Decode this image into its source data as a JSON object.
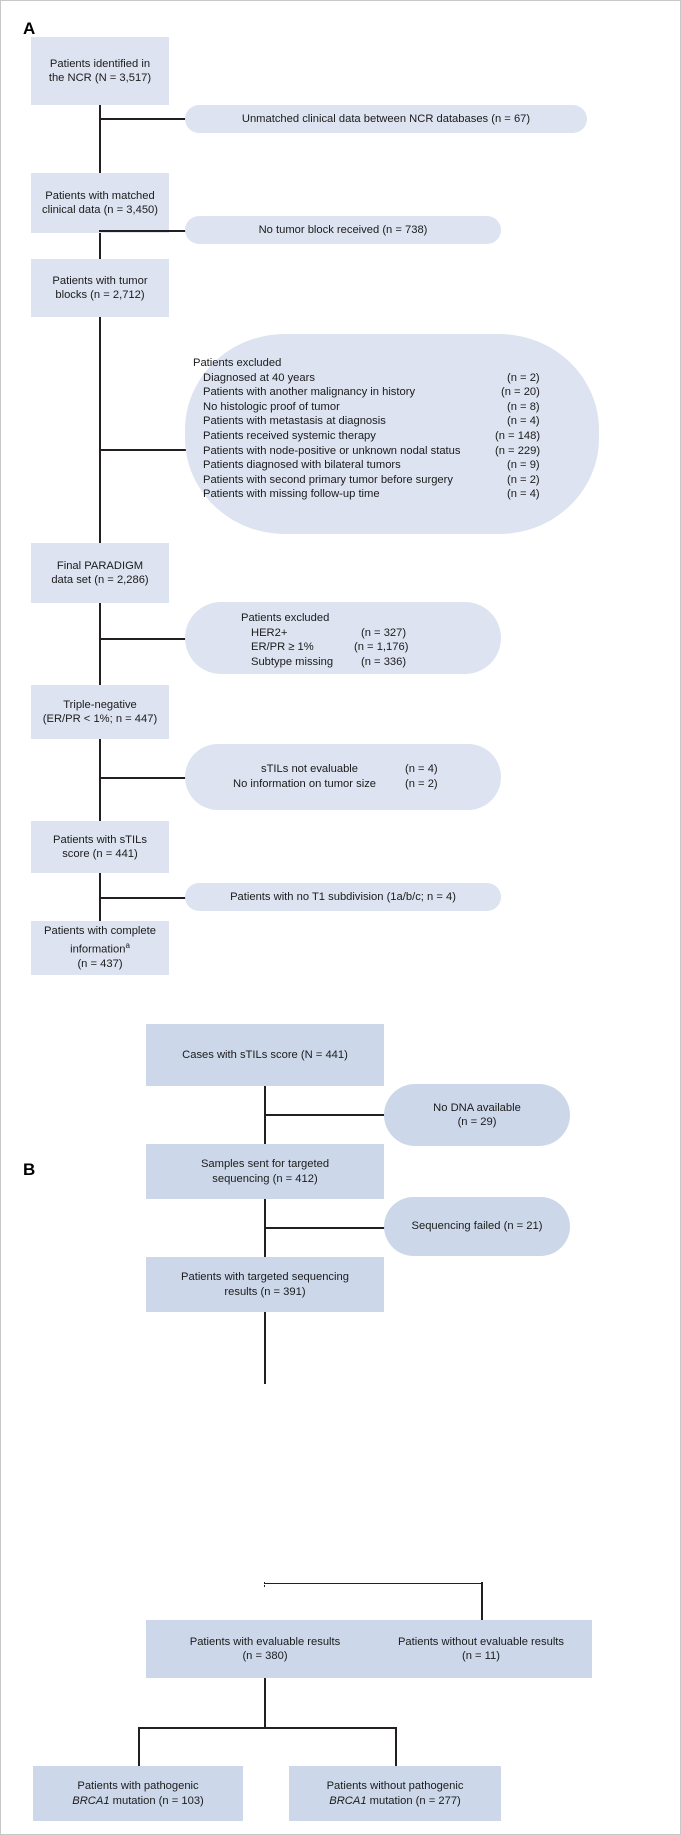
{
  "figure": {
    "panels": [
      {
        "letter": "A"
      },
      {
        "letter": "B"
      }
    ]
  },
  "panelA": {
    "letter": "A",
    "nodes": [
      {
        "id": "a-node-1",
        "line1": "Patients identified in",
        "line2": "the NCR (N = 3,517)"
      },
      {
        "id": "a-node-2",
        "line1": "Patients with matched",
        "line2": "clinical data (n = 3,450)"
      },
      {
        "id": "a-node-3",
        "line1": "Patients with tumor",
        "line2": "blocks (n = 2,712)"
      },
      {
        "id": "a-node-4",
        "line1": "Final PARADIGM",
        "line2": "data set (n = 2,286)"
      },
      {
        "id": "a-node-5",
        "line1": "Triple-negative",
        "line2": "(ER/PR < 1%; n = 447)"
      },
      {
        "id": "a-node-6",
        "line1": "Patients with sTILs",
        "line2": "score (n = 441)"
      },
      {
        "id": "a-node-7",
        "line1": "Patients with complete",
        "line2": "information",
        "line2sup": "a",
        "line3": "(n = 437)"
      }
    ],
    "pills": [
      {
        "id": "a-pill-1",
        "text": "Unmatched clinical data between NCR databases (n = 67)"
      },
      {
        "id": "a-pill-2",
        "text": "No tumor block received (n = 738)"
      },
      {
        "id": "a-pill-5",
        "text": "Patients with no T1 subdivision (1a/b/c; n = 4)"
      }
    ],
    "exclusion_big": {
      "title": "Patients excluded",
      "rows": [
        {
          "label": "Diagnosed at 40 years",
          "count": "(n = 2)"
        },
        {
          "label": "Patients with another malignancy in history",
          "count": "(n = 20)"
        },
        {
          "label": "No histologic proof of tumor",
          "count": "(n = 8)"
        },
        {
          "label": "Patients with metastasis at diagnosis",
          "count": "(n = 4)"
        },
        {
          "label": "Patients received systemic therapy",
          "count": "(n = 148)"
        },
        {
          "label": "Patients with node-positive or unknown nodal status",
          "count": "(n = 229)"
        },
        {
          "label": "Patients diagnosed with bilateral tumors",
          "count": "(n = 9)"
        },
        {
          "label": "Patients with second primary tumor before surgery",
          "count": "(n = 2)"
        },
        {
          "label": "Patients with missing follow-up time",
          "count": "(n = 4)"
        }
      ]
    },
    "exclusion_subtype": {
      "title": "Patients excluded",
      "rows": [
        {
          "label": "HER2+",
          "count": "(n = 327)"
        },
        {
          "label": "ER/PR ≥ 1%",
          "count": "(n = 1,176)"
        },
        {
          "label": "Subtype missing",
          "count": "(n = 336)"
        }
      ]
    },
    "exclusion_stils": {
      "rows": [
        {
          "label": "sTILs not evaluable",
          "count": "(n = 4)"
        },
        {
          "label": "No information on tumor size",
          "count": "(n = 2)"
        }
      ]
    }
  },
  "panelB": {
    "letter": "B",
    "nodes": [
      {
        "id": "b-node-1",
        "line1": "Cases with sTILs score (N = 441)",
        "line2": ""
      },
      {
        "id": "b-node-2",
        "line1": "Samples sent for targeted",
        "line2": "sequencing (n = 412)"
      },
      {
        "id": "b-node-3",
        "line1": "Patients with targeted sequencing",
        "line2": "results (n = 391)"
      },
      {
        "id": "b-node-4",
        "line1": "Patients with evaluable results",
        "line2": "(n = 380)"
      },
      {
        "id": "b-node-5",
        "line1": "Patients without evaluable results",
        "line2": "(n = 11)"
      },
      {
        "id": "b-node-6",
        "line1": "Patients with pathogenic",
        "gene": "BRCA1",
        "line2tail": " mutation (n = 103)"
      },
      {
        "id": "b-node-7",
        "line1": "Patients without pathogenic",
        "gene": "BRCA1",
        "line2tail": " mutation (n = 277)"
      }
    ],
    "pills": [
      {
        "id": "b-pill-1",
        "line1": "No DNA available",
        "line2": "(n = 29)"
      },
      {
        "id": "b-pill-2",
        "line1": "Sequencing failed (n = 21)",
        "line2": ""
      }
    ]
  },
  "colors": {
    "node_fill": "#dde3f0",
    "node_fill_b": "#ccd8ea",
    "line": "#231f20",
    "text": "#1b1b1b",
    "background": "#ffffff"
  },
  "chart_data": {
    "type": "diagram",
    "title": "CONSORT-style patient selection flow diagram",
    "panels": [
      {
        "panel": "A",
        "flow": [
          {
            "step": "Patients identified in the NCR",
            "n": 3517,
            "label": "N"
          },
          {
            "excluded": "Unmatched clinical data between NCR databases",
            "n": 67
          },
          {
            "step": "Patients with matched clinical data",
            "n": 3450
          },
          {
            "excluded": "No tumor block received",
            "n": 738
          },
          {
            "step": "Patients with tumor blocks",
            "n": 2712
          },
          {
            "excluded_group": "Patients excluded",
            "items": [
              {
                "reason": "Diagnosed at 40 years",
                "n": 2
              },
              {
                "reason": "Patients with another malignancy in history",
                "n": 20
              },
              {
                "reason": "No histologic proof of tumor",
                "n": 8
              },
              {
                "reason": "Patients with metastasis at diagnosis",
                "n": 4
              },
              {
                "reason": "Patients received systemic therapy",
                "n": 148
              },
              {
                "reason": "Patients with node-positive or unknown nodal status",
                "n": 229
              },
              {
                "reason": "Patients diagnosed with bilateral tumors",
                "n": 9
              },
              {
                "reason": "Patients with second primary tumor before surgery",
                "n": 2
              },
              {
                "reason": "Patients with missing follow-up time",
                "n": 4
              }
            ]
          },
          {
            "step": "Final PARADIGM data set",
            "n": 2286
          },
          {
            "excluded_group": "Patients excluded",
            "items": [
              {
                "reason": "HER2+",
                "n": 327
              },
              {
                "reason": "ER/PR ≥ 1%",
                "n": 1176
              },
              {
                "reason": "Subtype missing",
                "n": 336
              }
            ]
          },
          {
            "step": "Triple-negative (ER/PR < 1%)",
            "n": 447
          },
          {
            "excluded_group": "",
            "items": [
              {
                "reason": "sTILs not evaluable",
                "n": 4
              },
              {
                "reason": "No information on tumor size",
                "n": 2
              }
            ]
          },
          {
            "step": "Patients with sTILs score",
            "n": 441
          },
          {
            "excluded": "Patients with no T1 subdivision (1a/b/c)",
            "n": 4
          },
          {
            "step": "Patients with complete information",
            "n": 437,
            "footnote": "a"
          }
        ]
      },
      {
        "panel": "B",
        "flow": [
          {
            "step": "Cases with sTILs score",
            "n": 441,
            "label": "N"
          },
          {
            "excluded": "No DNA available",
            "n": 29
          },
          {
            "step": "Samples sent for targeted sequencing",
            "n": 412
          },
          {
            "excluded": "Sequencing failed",
            "n": 21
          },
          {
            "step": "Patients with targeted sequencing results",
            "n": 391
          },
          {
            "branch": [
              {
                "step": "Patients with evaluable results",
                "n": 380
              },
              {
                "step": "Patients without evaluable results",
                "n": 11
              }
            ]
          },
          {
            "branch": [
              {
                "step": "Patients with pathogenic BRCA1 mutation",
                "n": 103
              },
              {
                "step": "Patients without pathogenic BRCA1 mutation",
                "n": 277
              }
            ]
          }
        ]
      }
    ]
  }
}
